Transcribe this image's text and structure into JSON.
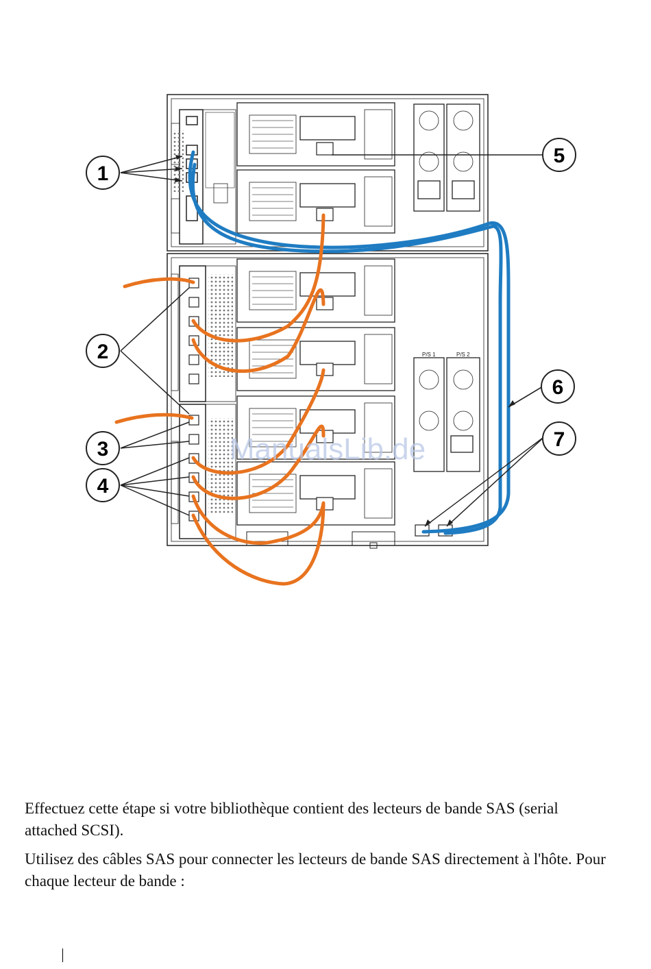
{
  "figure": {
    "callouts": [
      "1",
      "2",
      "3",
      "4",
      "5",
      "6",
      "7"
    ],
    "psu_labels": [
      "P/S 1",
      "P/S 2"
    ],
    "watermark": "ManualsLib.de",
    "colors": {
      "sas_cable": "#e8731f",
      "ethernet_cable": "#1f7cc2",
      "chassis_line": "#222222"
    }
  },
  "text": {
    "paragraph1": "Effectuez cette étape si votre bibliothèque contient des lecteurs de bande SAS (serial attached SCSI).",
    "paragraph2": "Utilisez des câbles SAS pour connecter les lecteurs de bande SAS directement à l'hôte. Pour chaque lecteur de bande :"
  }
}
